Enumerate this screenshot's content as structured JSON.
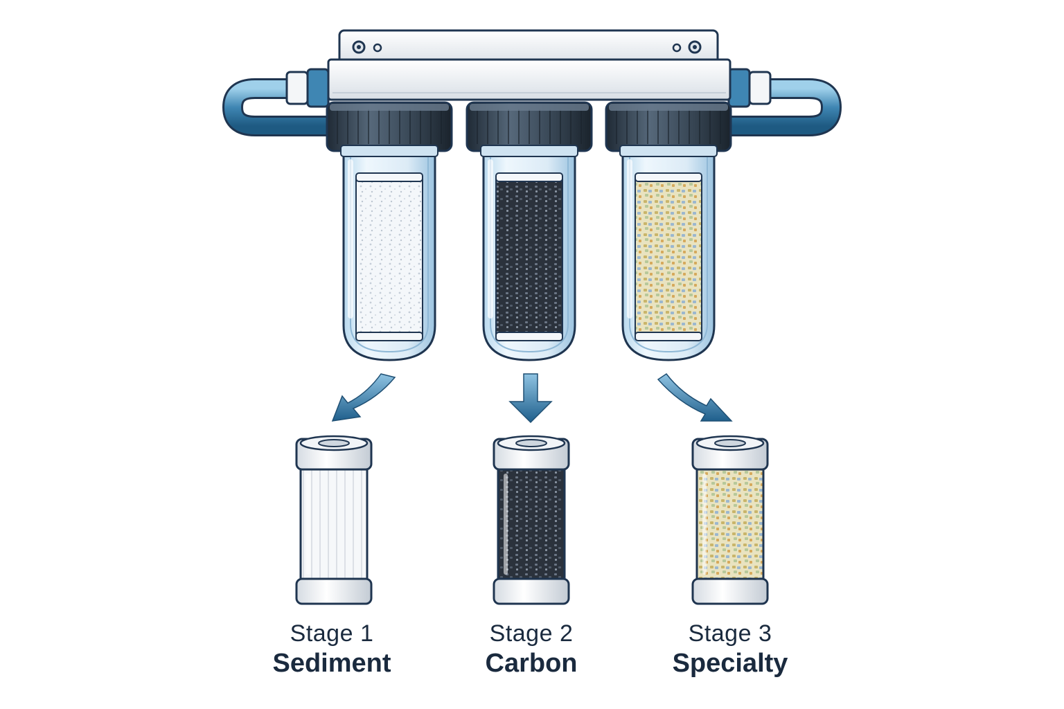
{
  "colors": {
    "outline": "#1f3550",
    "pipe": "#3f86b3",
    "cap": "#2e3b48",
    "housing_glass": "#e3f0fa",
    "sediment_media": "#eef2f6",
    "carbon_media": "#3b4452",
    "specialty_media": "#d6cf9e",
    "arrow": "#2c6f99",
    "label_text": "#1a2a3e"
  },
  "stages": [
    {
      "number_label": "Stage 1",
      "name": "Sediment",
      "media": "sediment",
      "icon": "sediment-cartridge-icon"
    },
    {
      "number_label": "Stage 2",
      "name": "Carbon",
      "media": "carbon",
      "icon": "carbon-cartridge-icon"
    },
    {
      "number_label": "Stage 3",
      "name": "Specialty",
      "media": "specialty",
      "icon": "specialty-cartridge-icon"
    }
  ]
}
